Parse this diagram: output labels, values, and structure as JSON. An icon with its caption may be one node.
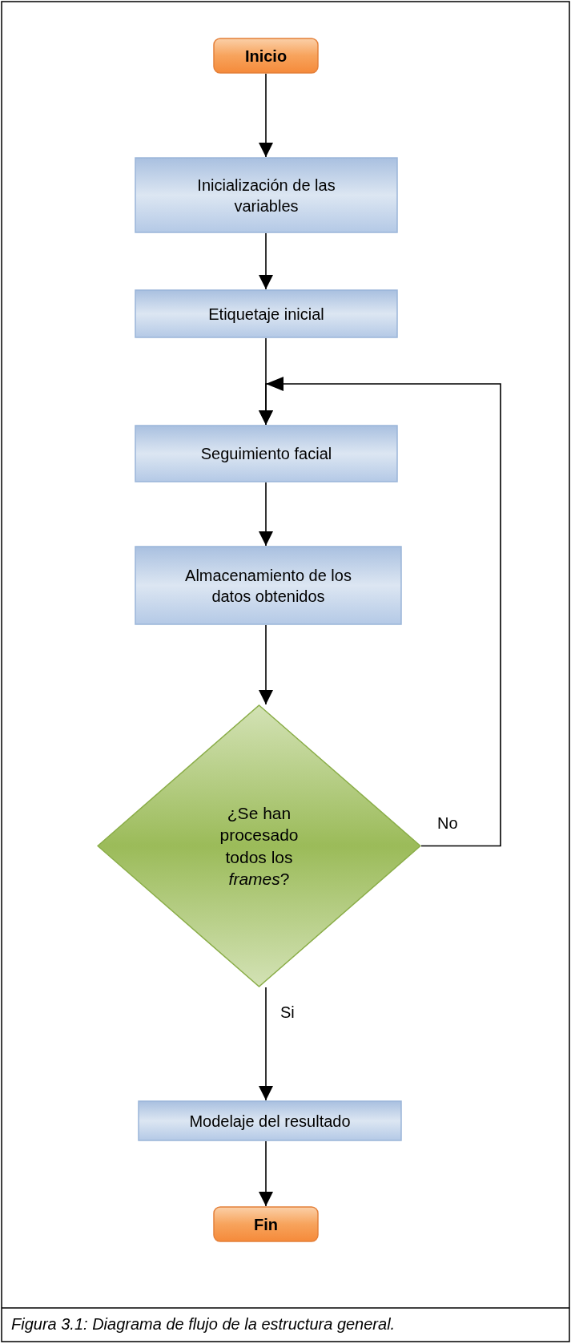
{
  "diagram": {
    "caption": "Figura 3.1: Diagrama de flujo de la estructura general.",
    "nodes": [
      {
        "text": [
          "Inicio"
        ]
      },
      {
        "text": [
          "Inicialización de las variables"
        ]
      },
      {
        "text": [
          "Etiquetaje inicial"
        ]
      },
      {
        "text": [
          "Seguimiento facial"
        ]
      },
      {
        "text": [
          "Almacenamiento de los datos obtenidos"
        ]
      },
      {
        "text": [
          "¿Se han procesado todos los *frames*?"
        ]
      },
      {
        "text": [
          "Modelaje del resultado"
        ]
      },
      {
        "text": [
          "Fin"
        ]
      }
    ],
    "edges": [
      {
        "from": 0,
        "to": 1,
        "arrow": "to"
      },
      {
        "from": 1,
        "to": 2,
        "arrow": "to"
      },
      {
        "from": 2,
        "to": 3,
        "arrow": "to"
      },
      {
        "from": 3,
        "to": 4,
        "arrow": "to"
      },
      {
        "from": 4,
        "to": 5,
        "arrow": "to"
      },
      {
        "from": 5,
        "to": 6,
        "arrow": "to",
        "label": "Si"
      },
      {
        "from": 6,
        "to": 7,
        "arrow": "to"
      },
      {
        "from": 5,
        "to": 3,
        "arrow": "to",
        "label": "No"
      }
    ]
  }
}
